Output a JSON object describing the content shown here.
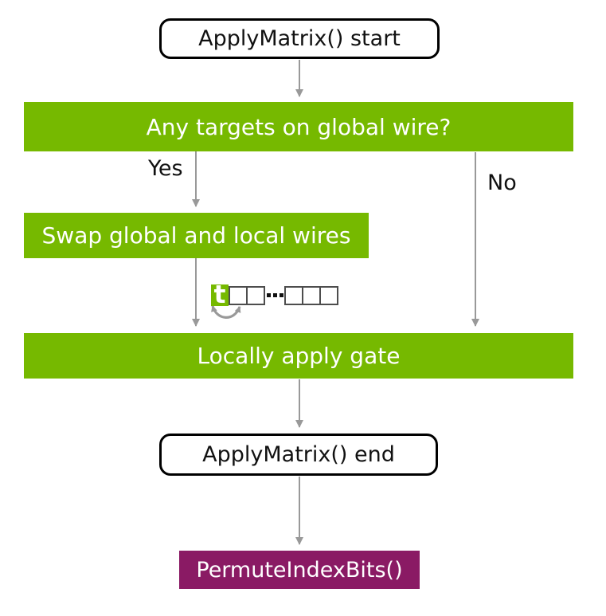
{
  "diagram": {
    "title": "ApplyMatrix() flowchart",
    "colors": {
      "green": "#76b900",
      "purple": "#8a1a64",
      "arrow_gray": "#999999",
      "cell_border": "#4d4d4d",
      "text_dark": "#111111",
      "white": "#ffffff"
    },
    "nodes": {
      "start": {
        "label": "ApplyMatrix() start",
        "type": "terminal"
      },
      "decision": {
        "label": "Any targets on global wire?",
        "type": "banner"
      },
      "swap": {
        "label": "Swap global and local wires",
        "type": "process"
      },
      "apply": {
        "label": "Locally apply gate",
        "type": "banner"
      },
      "end": {
        "label": "ApplyMatrix() end",
        "type": "terminal"
      },
      "permute": {
        "label": "PermuteIndexBits()",
        "type": "process"
      }
    },
    "edges": {
      "yes_label": "Yes",
      "no_label": "No"
    },
    "bit_array": {
      "target_cell_label": "t",
      "left_empty_cells": 2,
      "right_empty_cells": 3,
      "ellipsis_dots": 3,
      "swap_icon": "curved-double-arrow"
    }
  }
}
